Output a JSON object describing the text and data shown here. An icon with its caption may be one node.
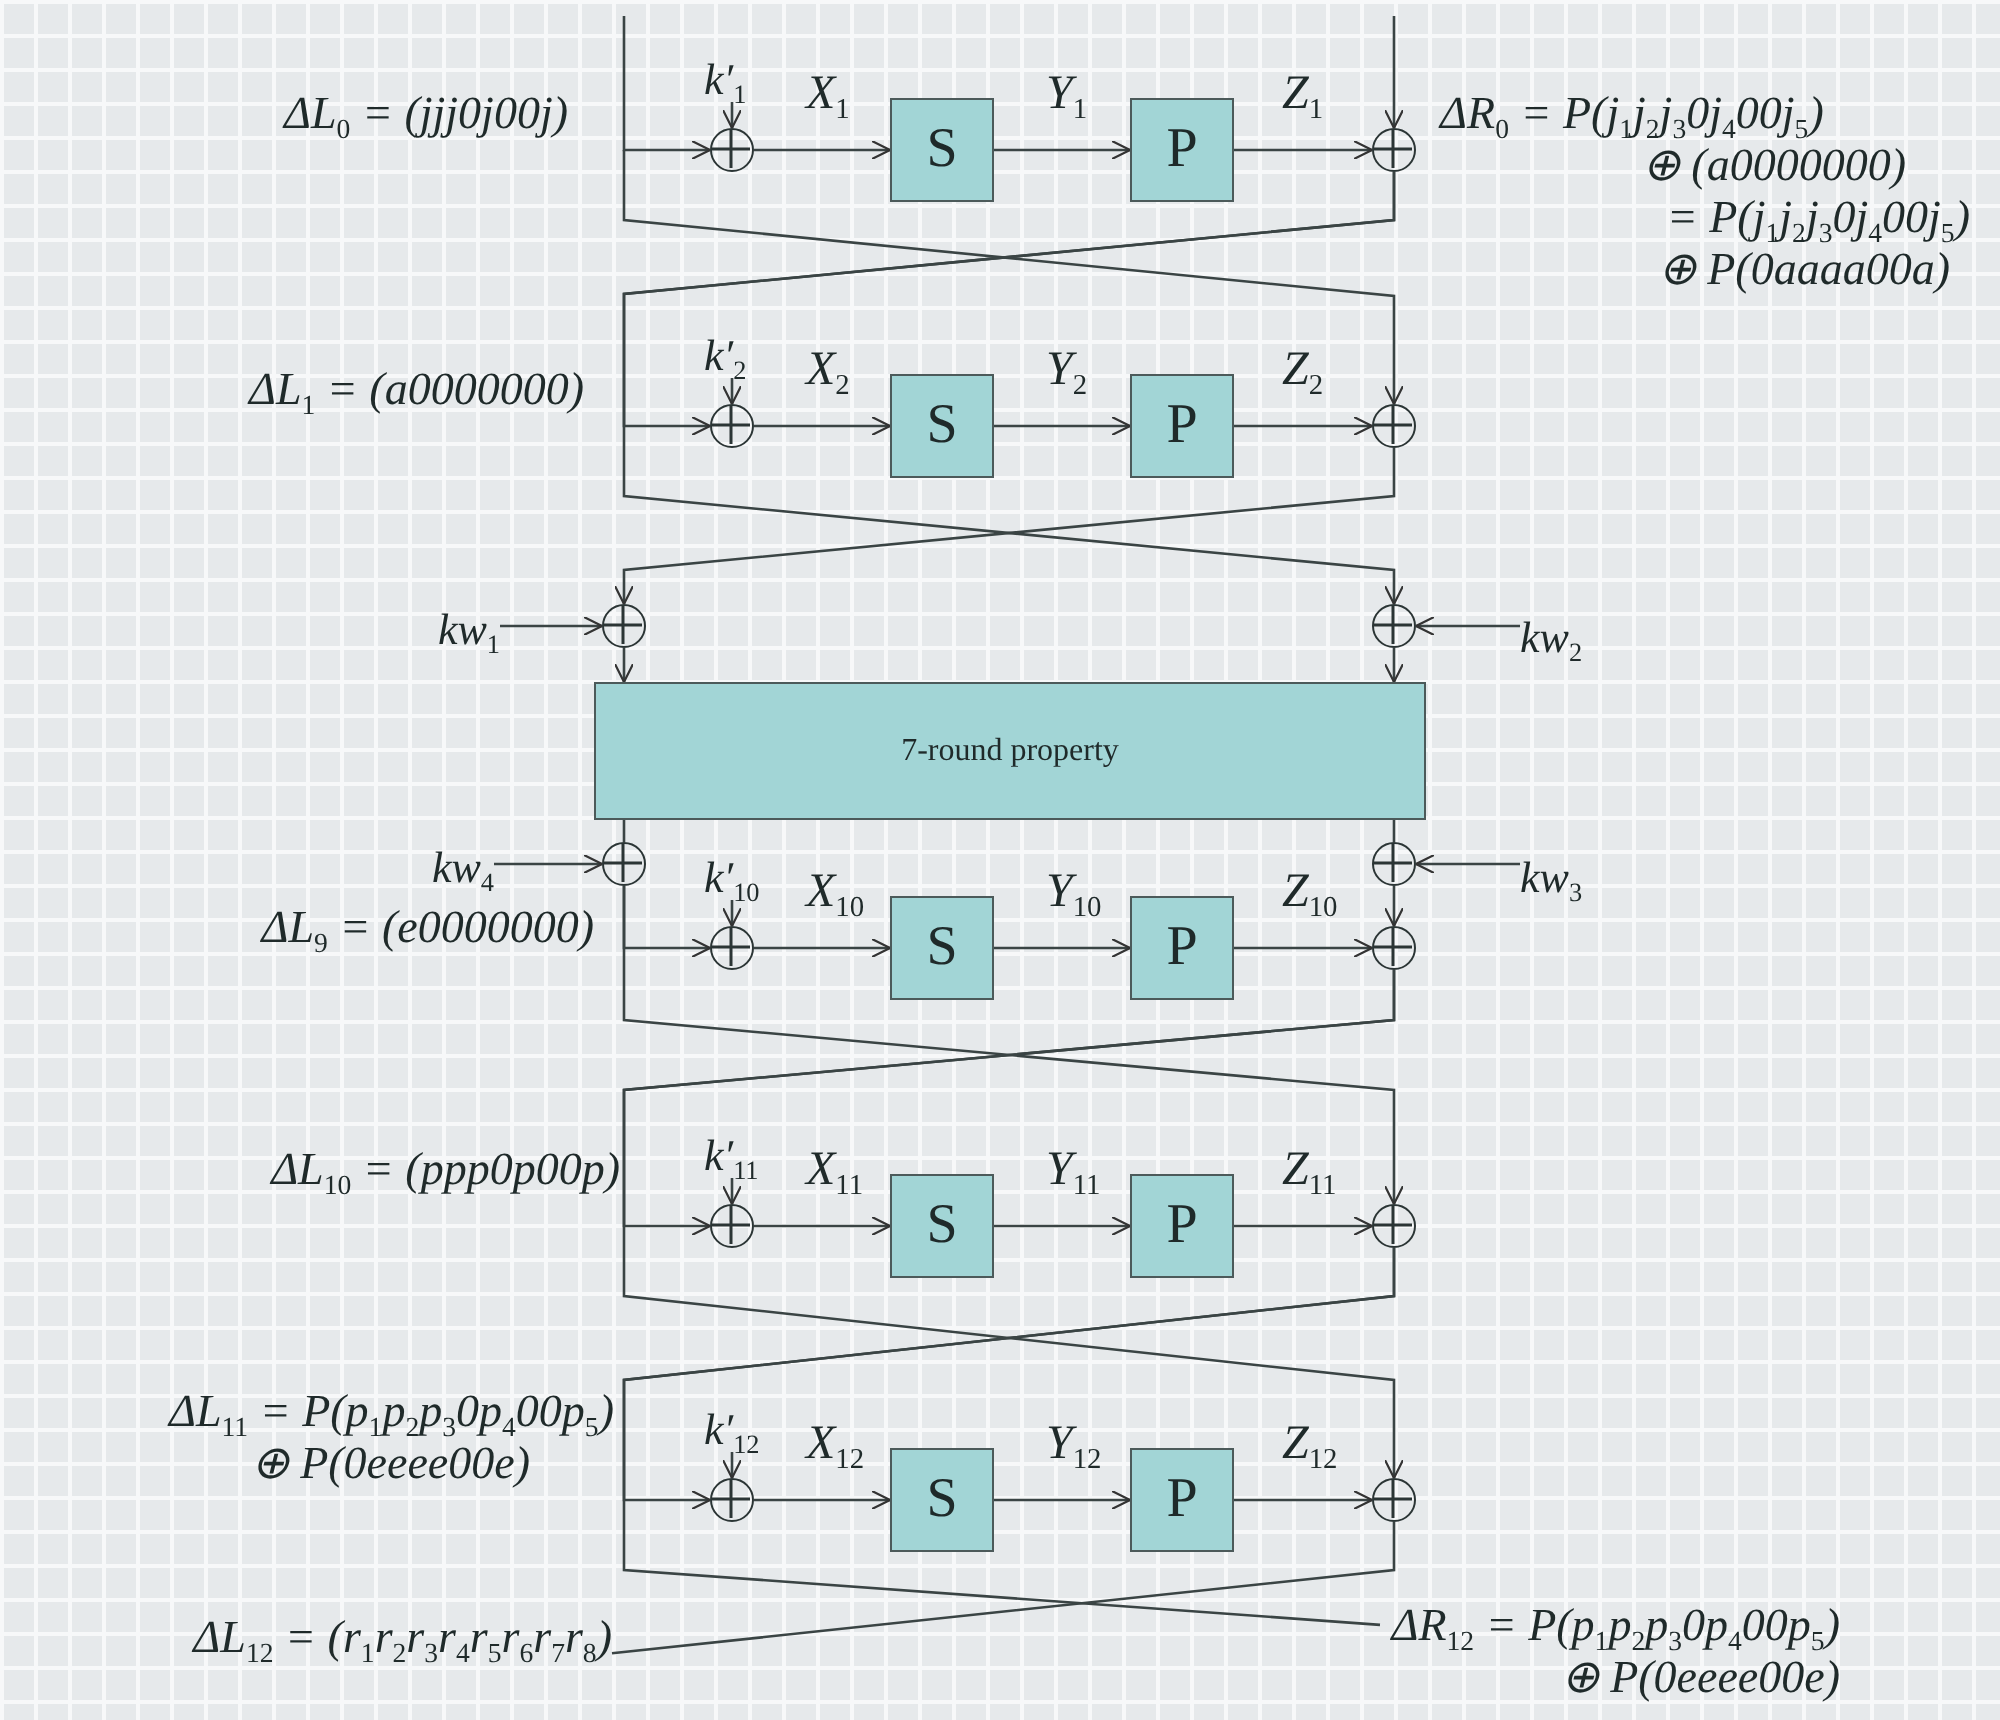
{
  "diagram": {
    "nodes": [
      {
        "text": [
          "k′$_{1}$"
        ]
      },
      {
        "text": [],
        "shape": "circle"
      },
      {
        "text": [
          "S"
        ]
      },
      {
        "text": [
          "P"
        ]
      },
      {
        "text": [],
        "shape": "circle"
      },
      {
        "text": [
          "k′$_{2}$"
        ]
      },
      {
        "text": [],
        "shape": "circle"
      },
      {
        "text": [
          "S"
        ]
      },
      {
        "text": [
          "P"
        ]
      },
      {
        "text": [],
        "shape": "circle"
      },
      {
        "text": [
          "kw$_{1}$"
        ]
      },
      {
        "text": [],
        "shape": "circle"
      },
      {
        "text": [],
        "shape": "circle"
      },
      {
        "text": [
          "kw$_{2}$"
        ]
      },
      {
        "text": [
          "7-round property"
        ]
      },
      {
        "text": [
          "kw$_{4}$"
        ]
      },
      {
        "text": [],
        "shape": "circle"
      },
      {
        "text": [],
        "shape": "circle"
      },
      {
        "text": [
          "kw$_{3}$"
        ]
      },
      {
        "text": [
          "k′$_{10}$"
        ]
      },
      {
        "text": [],
        "shape": "circle"
      },
      {
        "text": [
          "S"
        ]
      },
      {
        "text": [
          "P"
        ]
      },
      {
        "text": [],
        "shape": "circle"
      },
      {
        "text": [
          "k′$_{11}$"
        ]
      },
      {
        "text": [],
        "shape": "circle"
      },
      {
        "text": [
          "S"
        ]
      },
      {
        "text": [
          "P"
        ]
      },
      {
        "text": [],
        "shape": "circle"
      },
      {
        "text": [
          "k′$_{12}$"
        ]
      },
      {
        "text": [],
        "shape": "circle"
      },
      {
        "text": [
          "S"
        ]
      },
      {
        "text": [
          "P"
        ]
      },
      {
        "text": [],
        "shape": "circle"
      },
      {
        "text": [
          "ΔL$_{12}$ = (r$_{1}$r$_{2}$r$_{3}$r$_{4}$r$_{5}$r$_{6}$r$_{7}$r$_{8}$)"
        ]
      },
      {
        "text": [
          "ΔR$_{12}$ = P(p$_{1}$p$_{2}$p$_{3}$0p$_{4}$00p$_{5}$)",
          "⊕ P(0eeee00e)"
        ]
      }
    ],
    "edges": [
      {
        "from": 0,
        "to": 1,
        "arrow": "to"
      },
      {
        "from": 1,
        "to": 2,
        "arrow": "to",
        "label": "X$_{1}$"
      },
      {
        "from": 2,
        "to": 3,
        "arrow": "to",
        "label": "Y$_{1}$"
      },
      {
        "from": 3,
        "to": 4,
        "arrow": "to",
        "label": "Z$_{1}$"
      },
      {
        "from": null,
        "to": 1,
        "arrow": "to"
      },
      {
        "from": null,
        "to": 4,
        "arrow": "to"
      },
      {
        "from": null,
        "to": 9,
        "arrow": "to"
      },
      {
        "from": 4,
        "to": 6,
        "arrow": "to"
      },
      {
        "from": 4,
        "to": 12,
        "arrow": "to"
      },
      {
        "from": 5,
        "to": 6,
        "arrow": "to"
      },
      {
        "from": 6,
        "to": 7,
        "arrow": "to",
        "label": "X$_{2}$"
      },
      {
        "from": 7,
        "to": 8,
        "arrow": "to",
        "label": "Y$_{2}$"
      },
      {
        "from": 8,
        "to": 9,
        "arrow": "to",
        "label": "Z$_{2}$"
      },
      {
        "from": 9,
        "to": 11,
        "arrow": "to"
      },
      {
        "from": 10,
        "to": 11,
        "arrow": "to"
      },
      {
        "from": 13,
        "to": 12,
        "arrow": "to"
      },
      {
        "from": 11,
        "to": 14,
        "arrow": "to"
      },
      {
        "from": 12,
        "to": 14,
        "arrow": "to"
      },
      {
        "from": 14,
        "to": 16,
        "arrow": "none"
      },
      {
        "from": 14,
        "to": 17,
        "arrow": "none"
      },
      {
        "from": 15,
        "to": 16,
        "arrow": "to"
      },
      {
        "from": 18,
        "to": 17,
        "arrow": "to"
      },
      {
        "from": 16,
        "to": 20,
        "arrow": "to"
      },
      {
        "from": 16,
        "to": 28,
        "arrow": "to"
      },
      {
        "from": 17,
        "to": 23,
        "arrow": "to"
      },
      {
        "from": 19,
        "to": 20,
        "arrow": "to"
      },
      {
        "from": 20,
        "to": 21,
        "arrow": "to",
        "label": "X$_{10}$"
      },
      {
        "from": 21,
        "to": 22,
        "arrow": "to",
        "label": "Y$_{10}$"
      },
      {
        "from": 22,
        "to": 23,
        "arrow": "to",
        "label": "Z$_{10}$"
      },
      {
        "from": 23,
        "to": 25,
        "arrow": "to"
      },
      {
        "from": 23,
        "to": 33,
        "arrow": "to"
      },
      {
        "from": 24,
        "to": 25,
        "arrow": "to"
      },
      {
        "from": 25,
        "to": 26,
        "arrow": "to",
        "label": "X$_{11}$"
      },
      {
        "from": 26,
        "to": 27,
        "arrow": "to",
        "label": "Y$_{11}$"
      },
      {
        "from": 27,
        "to": 28,
        "arrow": "to",
        "label": "Z$_{11}$"
      },
      {
        "from": 28,
        "to": 30,
        "arrow": "to"
      },
      {
        "from": 28,
        "to": 35,
        "arrow": "none"
      },
      {
        "from": 29,
        "to": 30,
        "arrow": "to"
      },
      {
        "from": 30,
        "to": 31,
        "arrow": "to",
        "label": "X$_{12}$"
      },
      {
        "from": 31,
        "to": 32,
        "arrow": "to",
        "label": "Y$_{12}$"
      },
      {
        "from": 32,
        "to": 33,
        "arrow": "to",
        "label": "Z$_{12}$"
      },
      {
        "from": 33,
        "to": 34,
        "arrow": "none"
      }
    ],
    "labels": [
      "ΔL$_{0}$ = (jjj0j00j)",
      "ΔR$_{0}$ = P(j$_{1}$j$_{2}$j$_{3}$0j$_{4}$00j$_{5}$)",
      "⊕ (a0000000)",
      "= P(j$_{1}$j$_{2}$j$_{3}$0j$_{4}$00j$_{5}$)",
      "⊕ P(0aaaa00a)",
      "ΔL$_{1}$ = (a0000000)",
      "ΔL$_{9}$ = (e0000000)",
      "ΔL$_{10}$ = (ppp0p00p)",
      "ΔL$_{11}$ = P(p$_{1}$p$_{2}$p$_{3}$0p$_{4}$00p$_{5}$)",
      "⊕ P(0eeee00e)"
    ]
  }
}
